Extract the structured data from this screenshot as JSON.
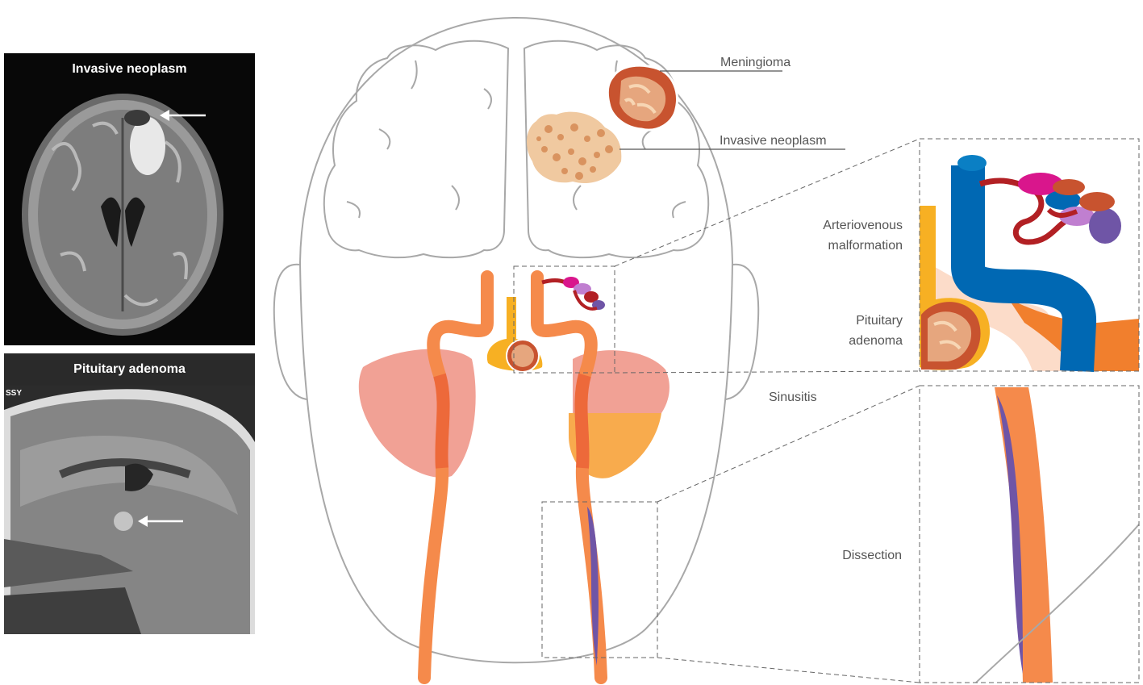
{
  "panels": {
    "top": {
      "title": "Invasive neoplasm"
    },
    "bottom": {
      "title": "Pituitary adenoma",
      "corner_text": "SSY"
    }
  },
  "labels": {
    "meningioma": "Meningioma",
    "invasive_neoplasm": "Invasive neoplasm",
    "avm_line1": "Arteriovenous",
    "avm_line2": "malformation",
    "pituitary_line1": "Pituitary",
    "pituitary_line2": "adenoma",
    "sinusitis": "Sinusitis",
    "dissection": "Dissection"
  },
  "colors": {
    "outline": "#a8a8a8",
    "artery": "#f58a4b",
    "artery_dark": "#e8542f",
    "sinus": "#ee8a7a",
    "sinus_inflamed": "#f7a23a",
    "pituitary": "#f7b023",
    "vein": "#0068b3",
    "dissection": "#6f55a6",
    "meningioma": "#c8532f",
    "neoplasm": "#f0c9a0"
  }
}
